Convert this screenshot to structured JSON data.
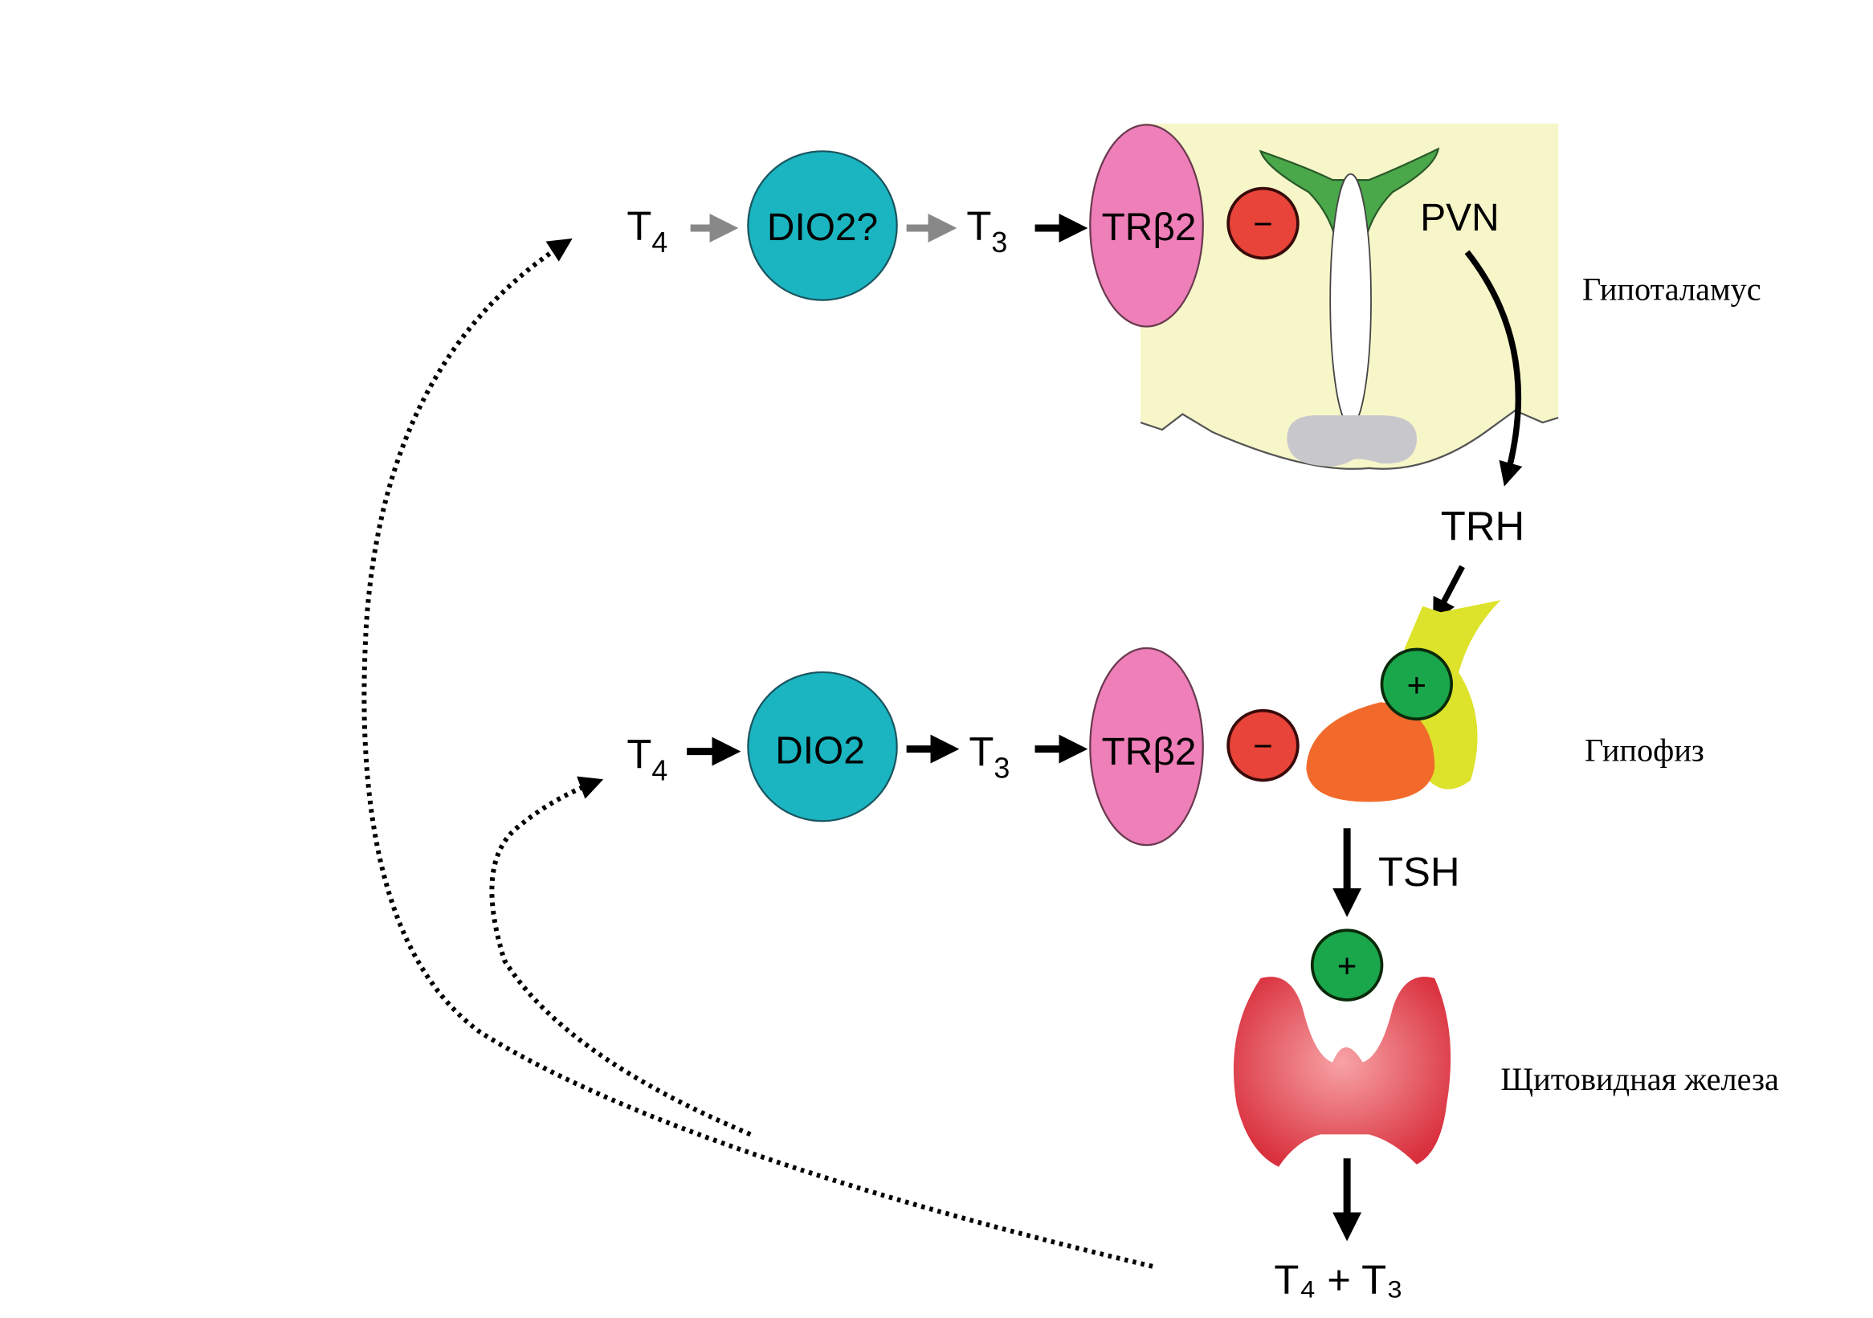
{
  "hypothalamus_row": {
    "t4": "T",
    "t4_sub": "4",
    "enzyme": "DIO2?",
    "t3": "T",
    "t3_sub": "3",
    "receptor": "TRβ2",
    "effect": "−",
    "nucleus": "PVN",
    "organ_label": "Гипоталамус"
  },
  "hormone_trh": "TRH",
  "pituitary_row": {
    "t4": "T",
    "t4_sub": "4",
    "enzyme": "DIO2",
    "t3": "T",
    "t3_sub": "3",
    "receptor": "TRβ2",
    "effect": "−",
    "stimulation": "+",
    "organ_label": "Гипофиз"
  },
  "hormone_tsh": "TSH",
  "thyroid": {
    "stimulation": "+",
    "organ_label": "Щитовидная железа",
    "output": "T₄ + T₃"
  },
  "colors": {
    "enzyme": "#1ab5c0",
    "receptor": "#ee7fb8",
    "inhibition": "#e8443a",
    "stimulation": "#1aa64a",
    "hypothalamus_bg": "#f7f6c9",
    "pituitary_anterior": "#f26a2b",
    "pituitary_posterior": "#dde22a",
    "thyroid": "#e8505a"
  }
}
